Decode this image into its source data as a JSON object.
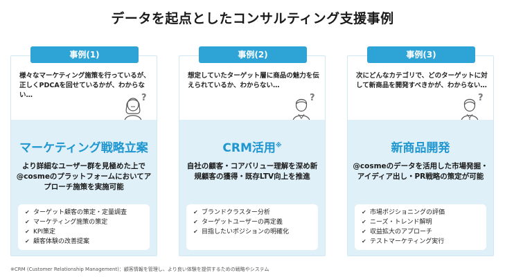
{
  "title": "データを起点としたコンサルティング支援事例",
  "cases": [
    {
      "tab": "事例(1)",
      "concern": "様々なマーケティング施策を行っているが、正しくPDCAを回せているかが、わからない…",
      "solution": "マーケティング戦略立案",
      "solution_sup": "",
      "description": "より詳細なユーザー群を見極めた上で@cosmeのプラットフォームにおいてアプローチ施策を実施可能",
      "points": [
        "ターゲット顧客の策定・定量調査",
        "マーケティング施策の策定",
        "KPI策定",
        "顧客体験の改善提案"
      ]
    },
    {
      "tab": "事例(2)",
      "concern": "想定していたターゲット層に商品の魅力を伝えられているか、わからない…",
      "solution": "CRM活用",
      "solution_sup": "※",
      "description": "自社の顧客・コアバリュー理解を深め新規顧客の獲得・既存LTV向上を推進",
      "points": [
        "ブランドクラスター分析",
        "ターゲットユーザーの再定義",
        "目指したいポジションの明確化"
      ]
    },
    {
      "tab": "事例(3)",
      "concern": "次にどんなカテゴリで、どのターゲットに対して新商品を開発すべきかが、わからない…",
      "solution": "新商品開発",
      "solution_sup": "",
      "description": "@cosmeのデータを活用した市場発掘・アイディア出し・PR戦略の策定が可能",
      "points": [
        "市場ポジショニングの評価",
        "ニーズ・トレンド解明",
        "収益拡大のアプローチ",
        "テストマーケティング実行"
      ]
    }
  ],
  "footnote": "※CRM (Customer Relationship Management)：顧客情報を管理し、より良い体験を提供するための戦略やシステム",
  "icons": {
    "person": "person-question-icon",
    "check": "check-icon"
  },
  "colors": {
    "accent": "#2ea4d6",
    "title_blue": "#1f96cf",
    "panel_bg": "#dff0f8"
  }
}
